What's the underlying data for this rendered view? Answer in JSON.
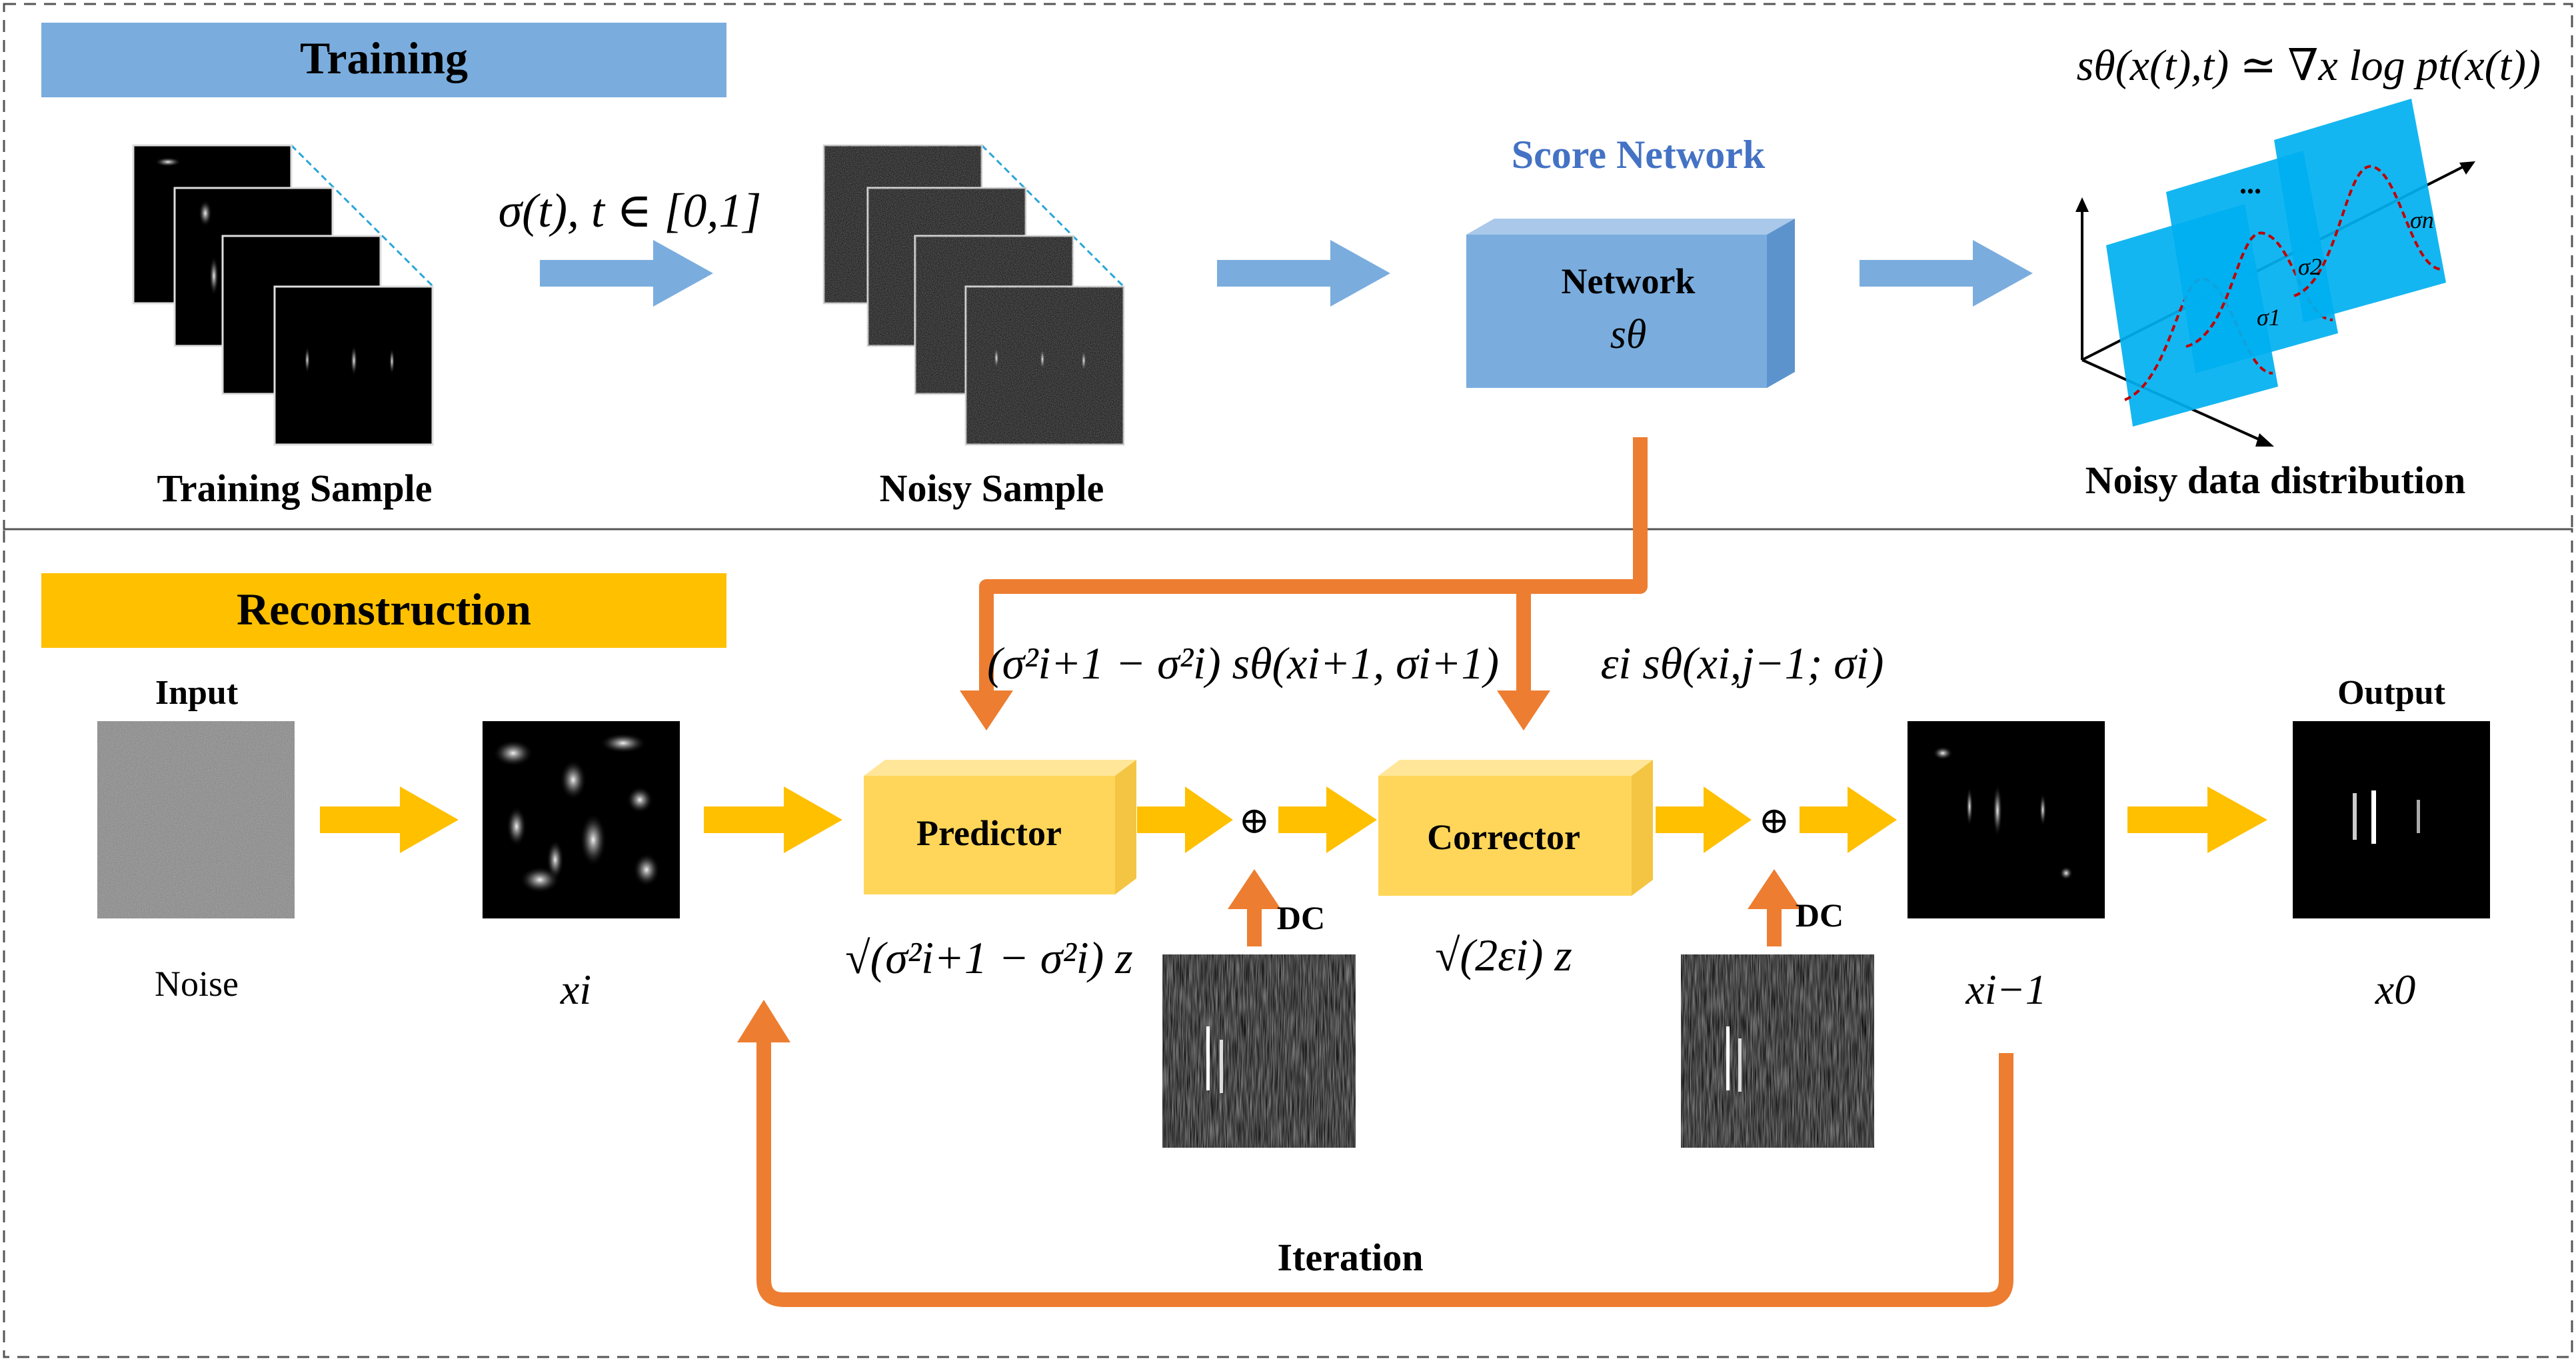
{
  "colors": {
    "training_banner": "#7aadde",
    "reconstruction_banner": "#ffc000",
    "blue_arrow": "#7aadde",
    "yellow_arrow": "#ffc000",
    "orange_arrow": "#ed7d31",
    "network_box": "#7aadde",
    "module_box": "#ffd659",
    "plane": "#00b0f0",
    "score_title": "#4472c4"
  },
  "training": {
    "banner": "Training",
    "equation": "sθ(x(t),t) ≃ ∇x log pt(x(t))",
    "sigma_label": "σ(t), t ∈ [0,1]",
    "training_sample": "Training Sample",
    "noisy_sample": "Noisy Sample",
    "score_network_title": "Score Network",
    "network_label": "Network",
    "network_symbol": "sθ",
    "noisy_distribution": "Noisy data distribution",
    "sigma_planes": [
      "σ1",
      "σ2",
      "σn"
    ],
    "dots": "..."
  },
  "reconstruction": {
    "banner": "Reconstruction",
    "input_label": "Input",
    "noise_label": "Noise",
    "xi_label": "xi",
    "predictor_term": "(σ²i+1 − σ²i) sθ(xi+1, σi+1)",
    "corrector_term": "εi sθ(xi,j−1; σi)",
    "predictor_label": "Predictor",
    "corrector_label": "Corrector",
    "predictor_noise": "√(σ²i+1 − σ²i) z",
    "corrector_noise": "√(2εi) z",
    "dc_label": "DC",
    "plus_symbol": "⊕",
    "xim1_label": "xi−1",
    "output_label": "Output",
    "x0_label": "x0",
    "iteration_label": "Iteration"
  }
}
